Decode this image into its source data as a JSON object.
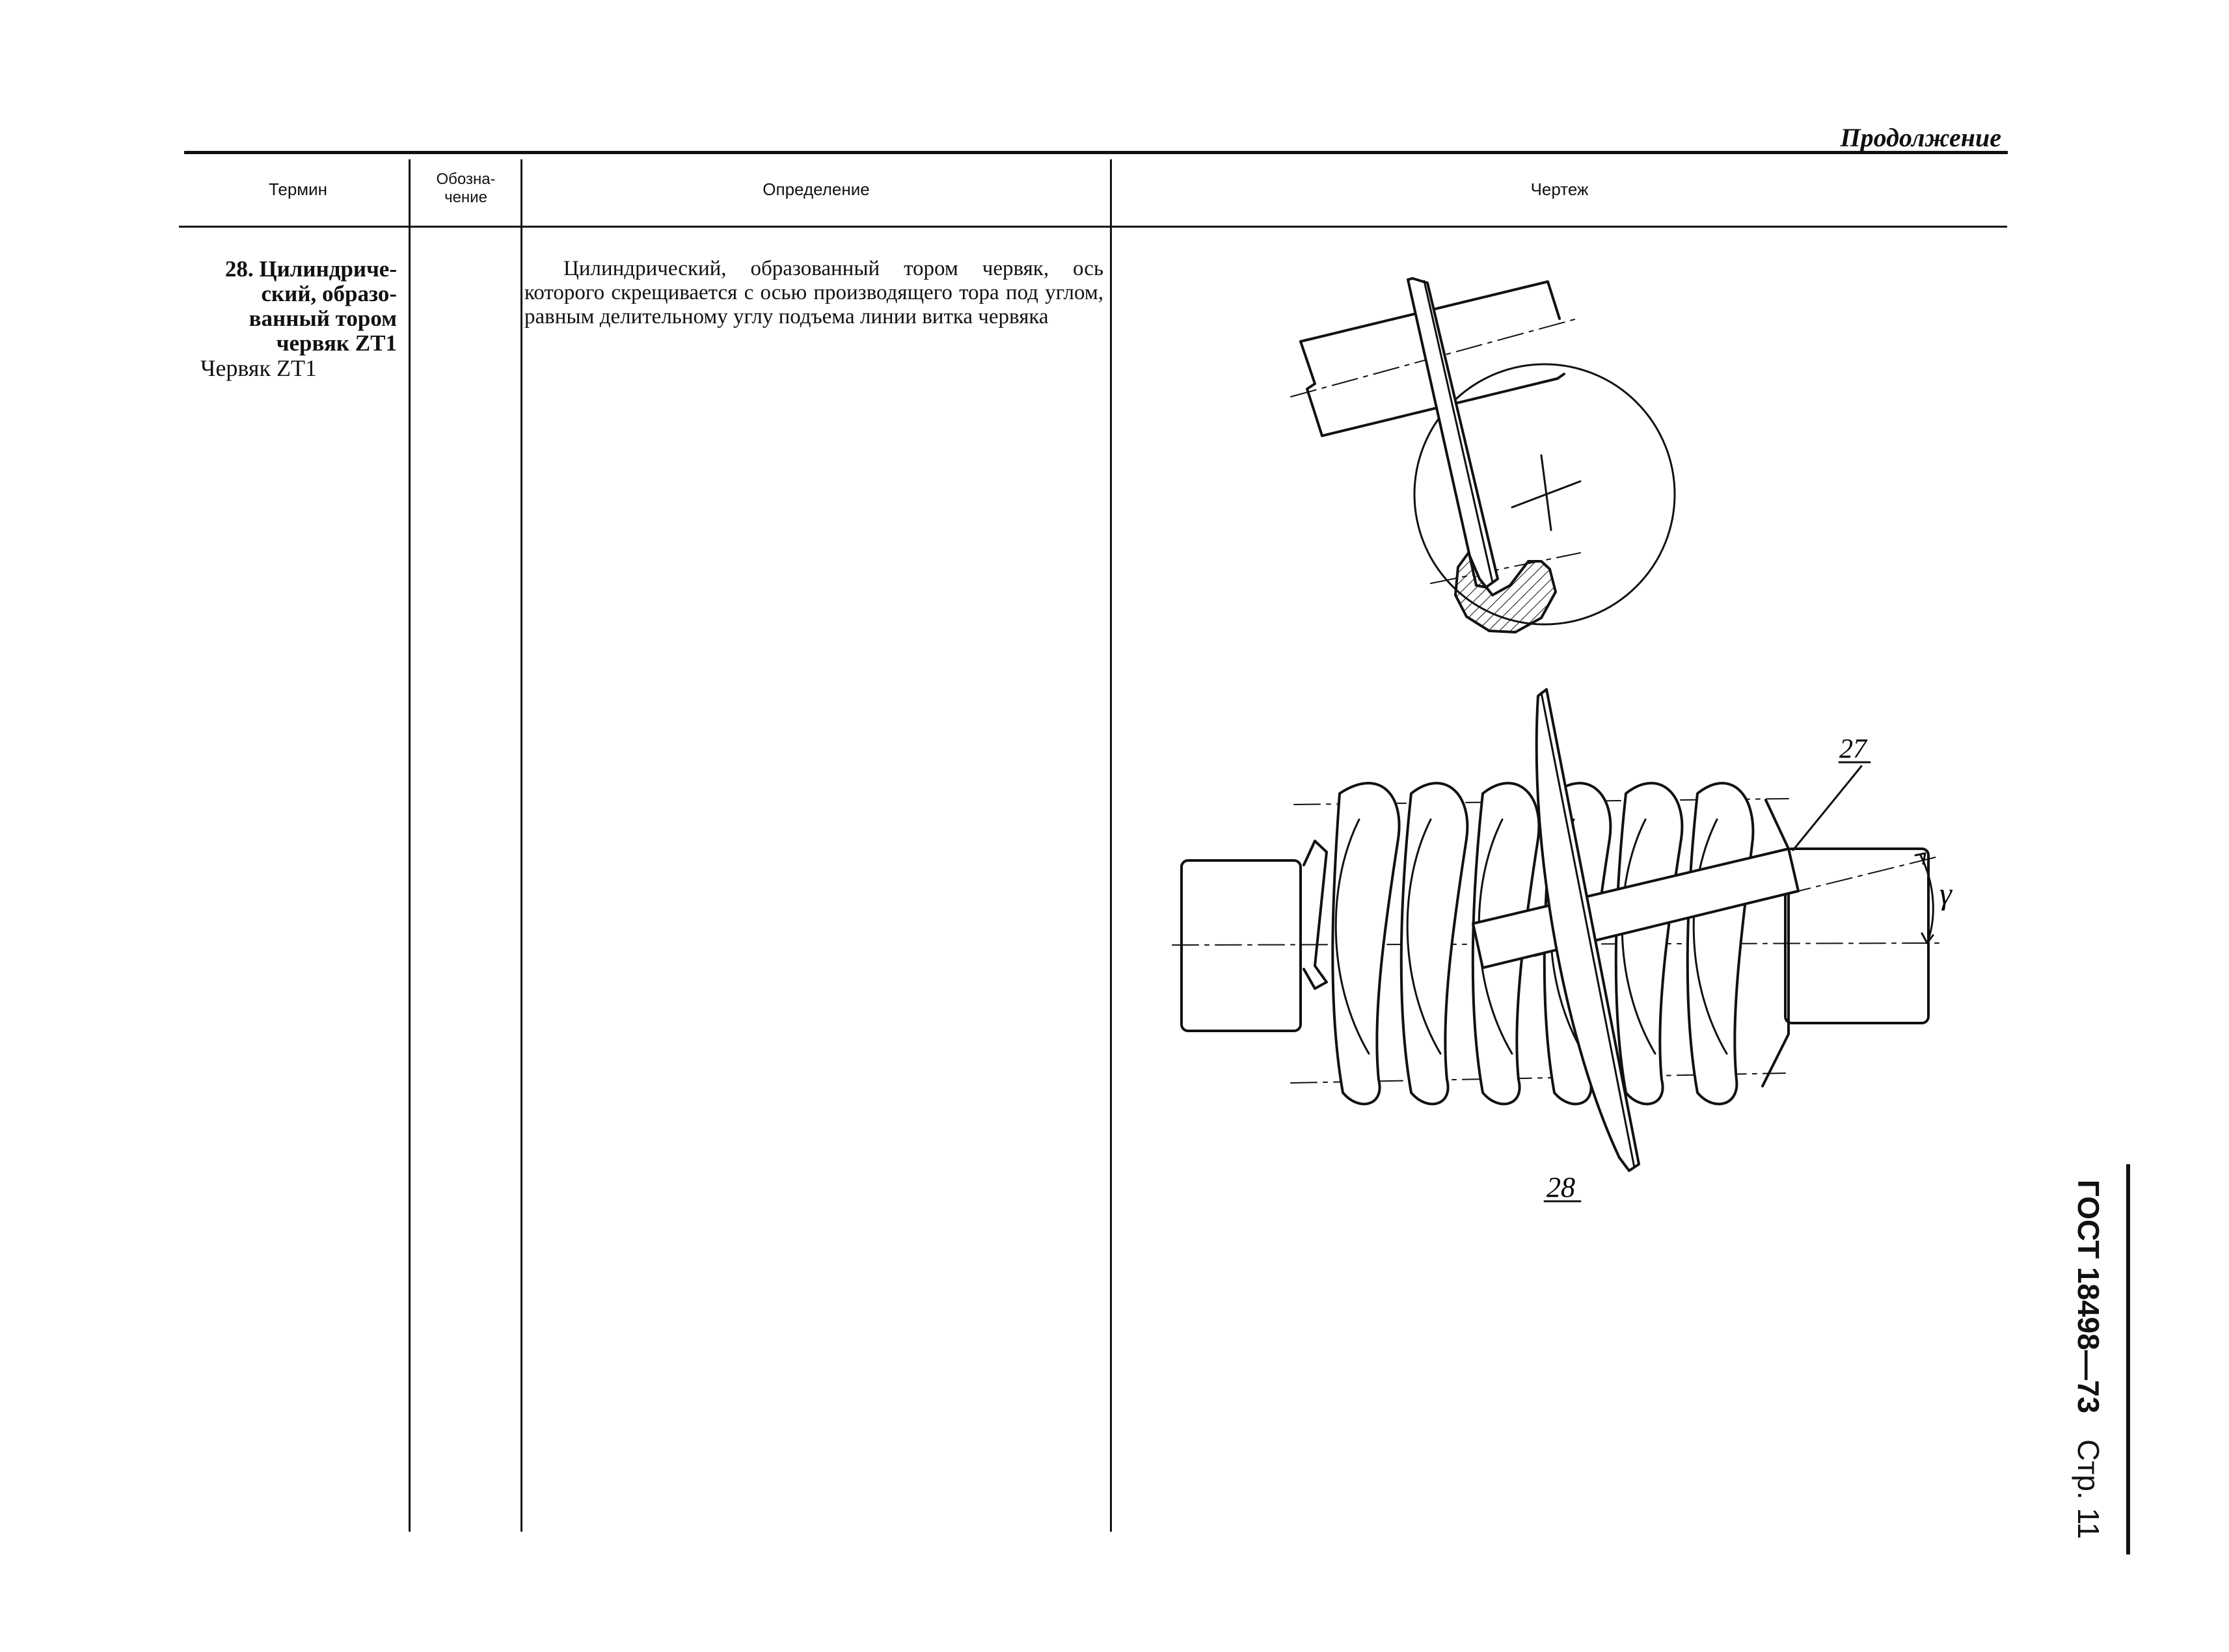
{
  "header": {
    "continuation": "Продолжение"
  },
  "table": {
    "columns": {
      "term": "Термин",
      "designation_line1": "Обозна-",
      "designation_line2": "чение",
      "definition": "Определение",
      "drawing": "Чертеж"
    },
    "row": {
      "term_lines": [
        "28. Цилиндриче-",
        "ский, образо-",
        "ванный тором",
        "червяк ZT1"
      ],
      "term_short": "Червяк ZT1",
      "designation": "",
      "definition": "Цилиндрический, образованный тором червяк, ось которого скрещивается с осью производящего тора под углом, равным делительному углу подъема линии витка червяка"
    }
  },
  "drawing": {
    "label_27": "27",
    "label_28": "28",
    "label_gamma": "γ"
  },
  "side_label": {
    "standard": "ГОСТ 18498—73",
    "page": "Стр. 11"
  }
}
